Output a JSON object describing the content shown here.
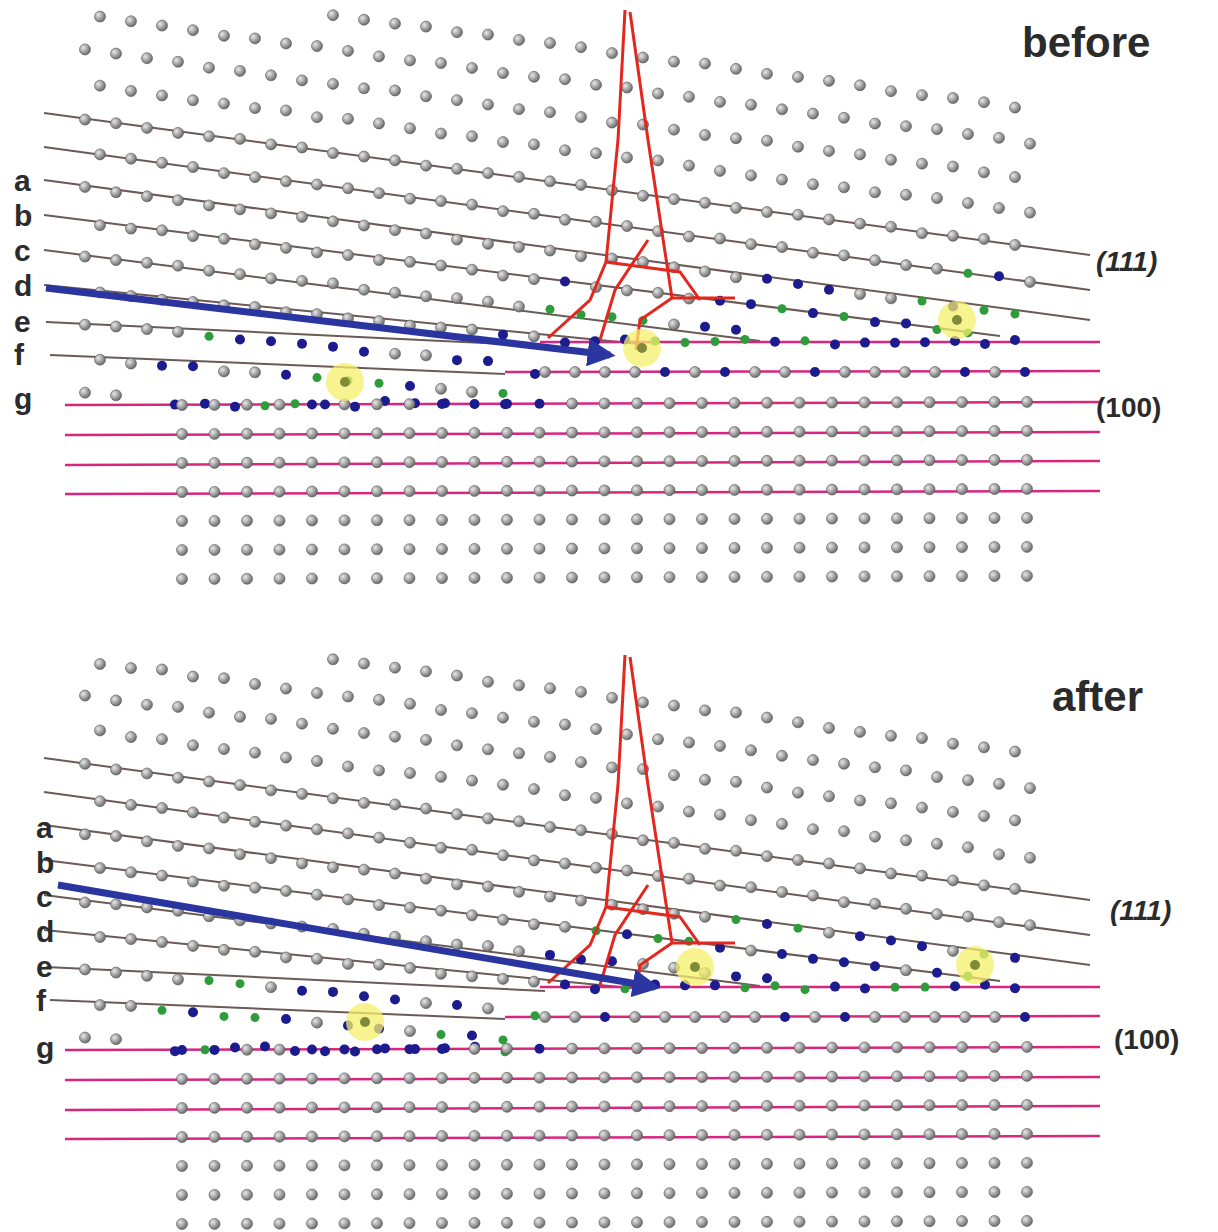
{
  "diagram": {
    "labels": [
      "before",
      "a",
      "b",
      "c",
      "d",
      "e",
      "f",
      "g",
      "(111)",
      "(100)",
      "after",
      "a",
      "b",
      "c",
      "d",
      "e",
      "f",
      "g",
      "(111)",
      "(100)"
    ]
  }
}
